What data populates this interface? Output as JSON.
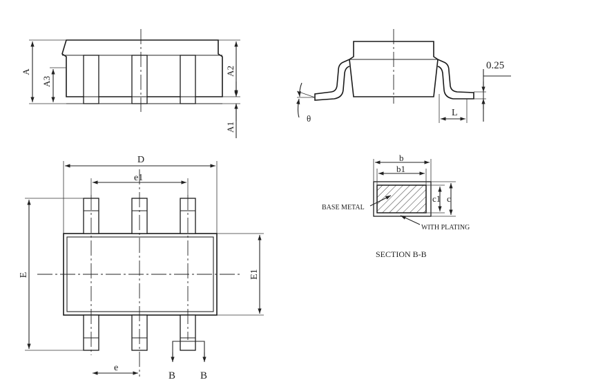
{
  "side_view": {
    "label_a": "A",
    "label_a1": "A1",
    "label_a2": "A2",
    "label_a3": "A3"
  },
  "end_view": {
    "label_lead_thickness": "0.25",
    "label_l": "L",
    "label_theta": "θ"
  },
  "top_view": {
    "label_d": "D",
    "label_e1_pitch": "e1",
    "label_e": "E",
    "label_e1_body": "E1",
    "label_e_pitch": "e",
    "label_b_left": "B",
    "label_b_right": "B"
  },
  "section_view": {
    "label_b": "b",
    "label_b1": "b1",
    "label_c1": "c1",
    "label_c": "c",
    "label_base_metal": "BASE METAL",
    "label_with_plating": "WITH PLATING",
    "title": "SECTION B-B"
  }
}
